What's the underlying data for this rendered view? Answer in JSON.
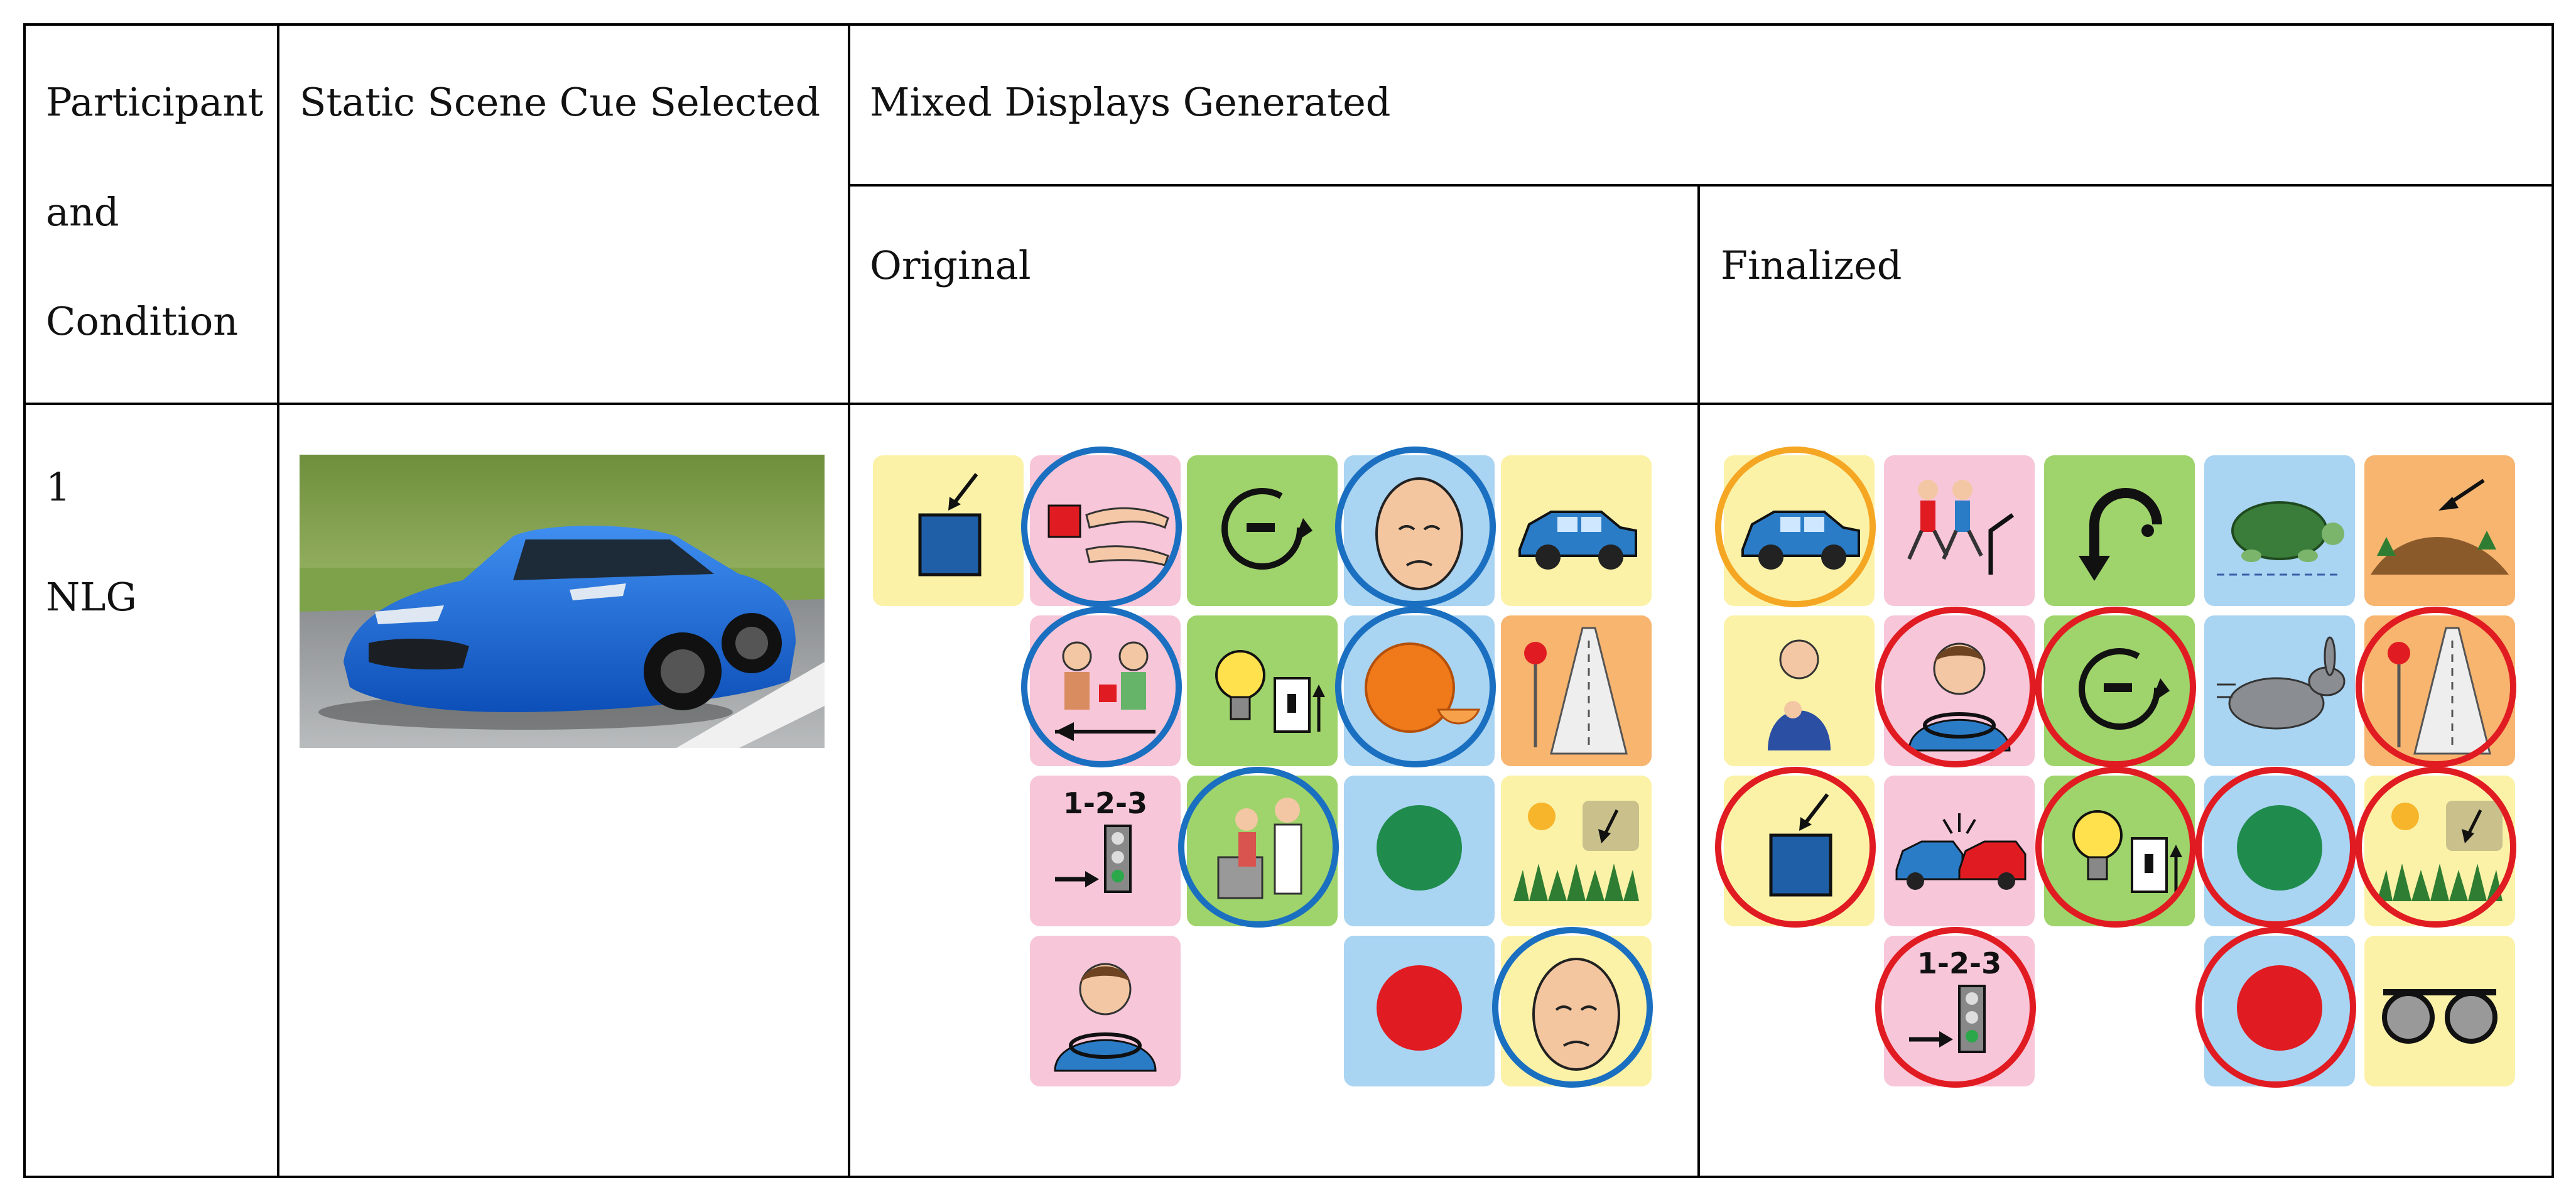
{
  "table": {
    "headers": {
      "participant_line1": "Participant",
      "participant_line2": "and",
      "participant_line3": "Condition",
      "static_scene": "Static Scene Cue Selected",
      "mixed_displays": "Mixed Displays Generated",
      "original": "Original",
      "finalized": "Finalized"
    },
    "row1": {
      "participant": "1",
      "condition": "NLG",
      "photo_description": "blue sports car"
    }
  },
  "colors": {
    "yellow": "#fbf2a8",
    "pink": "#f7c6d8",
    "green": "#9fd36b",
    "blue": "#a9d4f2",
    "orange": "#f7b56f",
    "ring_blue": "#1a6fc0",
    "ring_red": "#e11b22",
    "ring_orange": "#f5a623"
  },
  "original_board": {
    "tiles": [
      {
        "name": "it",
        "bg": "yellow",
        "icon": "blue-square-arrow-icon",
        "ring": ""
      },
      {
        "name": "get",
        "bg": "pink",
        "icon": "hands-red-square-icon",
        "ring": "blue"
      },
      {
        "name": "around",
        "bg": "green",
        "icon": "circular-arrow-icon",
        "ring": ""
      },
      {
        "name": "blue",
        "bg": "blue",
        "icon": "egg-face-icon",
        "ring": "blue"
      },
      {
        "name": "car",
        "bg": "yellow",
        "icon": "car-icon",
        "ring": ""
      },
      {
        "name": "give",
        "bg": "pink",
        "icon": "people-give-icon",
        "ring": "blue"
      },
      {
        "name": "on",
        "bg": "green",
        "icon": "lightbulb-switch-icon",
        "ring": ""
      },
      {
        "name": "orange",
        "bg": "blue",
        "icon": "orange-fruit-icon",
        "ring": "blue"
      },
      {
        "name": "road",
        "bg": "orange",
        "icon": "road-sign-icon",
        "ring": ""
      },
      {
        "name": "go",
        "bg": "pink",
        "icon": "traffic-light-123-icon",
        "ring": ""
      },
      {
        "name": "rescue",
        "bg": "green",
        "icon": "doctor-patient-icon",
        "ring": "blue"
      },
      {
        "name": "green",
        "bg": "blue",
        "icon": "green-dot-icon",
        "ring": ""
      },
      {
        "name": "down",
        "bg": "yellow",
        "icon": "sun-grass-arrow-icon",
        "ring": ""
      },
      {
        "name": "drive",
        "bg": "pink",
        "icon": "driver-icon",
        "ring": ""
      },
      {
        "name": "red",
        "bg": "blue",
        "icon": "red-dot-icon",
        "ring": ""
      },
      {
        "name": "blue2",
        "bg": "yellow",
        "icon": "egg-face-icon",
        "ring": "blue"
      }
    ]
  },
  "finalized_board": {
    "tiles": [
      {
        "name": "car",
        "bg": "yellow",
        "icon": "car-icon",
        "ring": "orange"
      },
      {
        "name": "race",
        "bg": "pink",
        "icon": "runners-icon",
        "ring": ""
      },
      {
        "name": "turn",
        "bg": "green",
        "icon": "turn-arrow-icon",
        "ring": ""
      },
      {
        "name": "slow",
        "bg": "blue",
        "icon": "turtle-icon",
        "ring": ""
      },
      {
        "name": "hill",
        "bg": "orange",
        "icon": "hill-arrow-icon",
        "ring": ""
      },
      {
        "name": "i",
        "bg": "yellow",
        "icon": "person-pointing-icon",
        "ring": ""
      },
      {
        "name": "drive",
        "bg": "pink",
        "icon": "driver-icon",
        "ring": "red"
      },
      {
        "name": "around",
        "bg": "green",
        "icon": "circular-arrow-icon",
        "ring": "red"
      },
      {
        "name": "fast",
        "bg": "blue",
        "icon": "rabbit-icon",
        "ring": ""
      },
      {
        "name": "road",
        "bg": "orange",
        "icon": "road-sign-icon",
        "ring": "red"
      },
      {
        "name": "it",
        "bg": "yellow",
        "icon": "blue-square-arrow-icon",
        "ring": "red"
      },
      {
        "name": "crash",
        "bg": "pink",
        "icon": "car-crash-icon",
        "ring": ""
      },
      {
        "name": "on",
        "bg": "green",
        "icon": "lightbulb-switch-icon",
        "ring": "red"
      },
      {
        "name": "green",
        "bg": "blue",
        "icon": "green-dot-icon",
        "ring": "red"
      },
      {
        "name": "down",
        "bg": "yellow",
        "icon": "sun-grass-arrow-icon",
        "ring": "red"
      },
      {
        "name": "go",
        "bg": "pink",
        "icon": "traffic-light-123-icon",
        "ring": "red"
      },
      {
        "name": "red",
        "bg": "blue",
        "icon": "red-dot-icon",
        "ring": "red"
      },
      {
        "name": "wheels",
        "bg": "yellow",
        "icon": "wheels-icon",
        "ring": ""
      }
    ]
  }
}
